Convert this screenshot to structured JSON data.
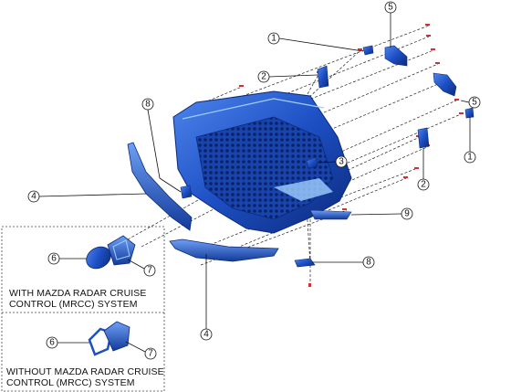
{
  "callouts": {
    "c1a": "1",
    "c1b": "1",
    "c2a": "2",
    "c2b": "2",
    "c3": "3",
    "c4a": "4",
    "c4b": "4",
    "c5a": "5",
    "c5b": "5",
    "c6a": "6",
    "c6b": "6",
    "c7a": "7",
    "c7b": "7",
    "c8a": "8",
    "c8b": "8",
    "c9": "9"
  },
  "inset_boxes": {
    "with_mrcc": {
      "line1": "WITH MAZDA RADAR CRUISE",
      "line2": "CONTROL (MRCC) SYSTEM"
    },
    "without_mrcc": {
      "line1": "WITHOUT MAZDA RADAR CRUISE",
      "line2": "CONTROL (MRCC) SYSTEM"
    }
  },
  "colors": {
    "part_blue": "#1d4fc4",
    "part_dark": "#0b2a7a",
    "part_light": "#5a8ef0",
    "highlight": "#9fd0ff",
    "line": "#222222",
    "fastener_red": "#d03030"
  }
}
